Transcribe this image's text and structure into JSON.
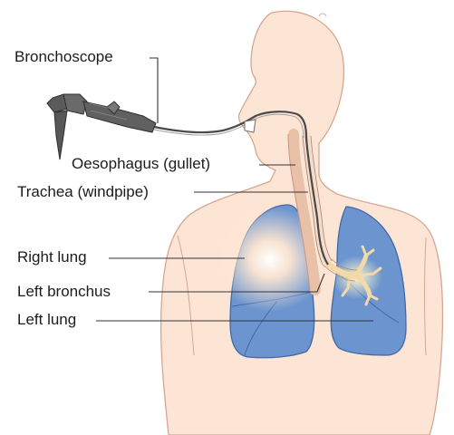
{
  "labels": {
    "bronchoscope": "Bronchoscope",
    "oesophagus": "Oesophagus (gullet)",
    "trachea": "Trachea (windpipe)",
    "right_lung": "Right lung",
    "left_bronchus": "Left bronchus",
    "left_lung": "Left lung"
  },
  "colors": {
    "skin_fill": "#fde5d6",
    "skin_outline": "#d6a690",
    "lung_fill": "#6c95cf",
    "lung_outline": "#3f6aa6",
    "scope_body": "#5b5b5b",
    "leader_line": "#333333"
  }
}
